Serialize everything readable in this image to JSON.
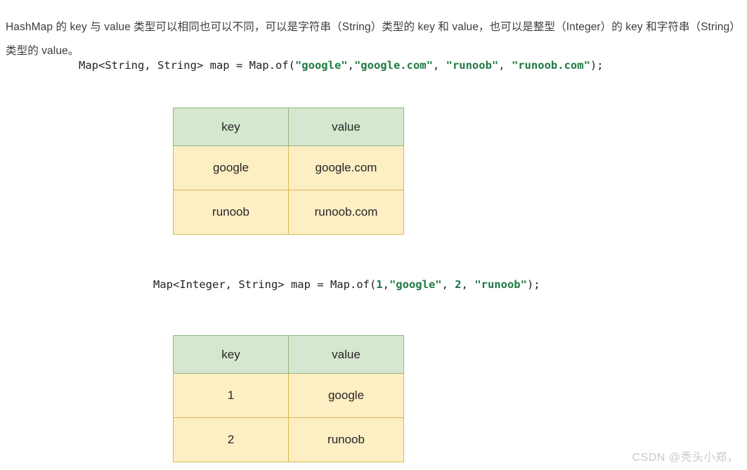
{
  "intro": {
    "text": "HashMap 的 key 与 value 类型可以相同也可以不同，可以是字符串（String）类型的 key 和 value，也可以是整型（Integer）的 key 和字符串（String）类型的 value。"
  },
  "code_blocks": [
    {
      "id": "map-of-string-string",
      "full_text": "Map<String, String> map = Map.of(\"google\",\"google.com\", \"runoob\", \"runoob.com\");",
      "tokens": [
        {
          "t": "Map<String, String> map = Map.of(",
          "k": "plain"
        },
        {
          "t": "\"google\"",
          "k": "string"
        },
        {
          "t": ",",
          "k": "plain"
        },
        {
          "t": "\"google.com\"",
          "k": "string"
        },
        {
          "t": ", ",
          "k": "plain"
        },
        {
          "t": "\"runoob\"",
          "k": "string"
        },
        {
          "t": ", ",
          "k": "plain"
        },
        {
          "t": "\"runoob.com\"",
          "k": "string"
        },
        {
          "t": ");",
          "k": "plain"
        }
      ]
    },
    {
      "id": "map-of-integer-string",
      "full_text": "Map<Integer, String> map = Map.of(1,\"google\", 2, \"runoob\");",
      "tokens": [
        {
          "t": "Map<Integer, String> map = Map.of(",
          "k": "plain"
        },
        {
          "t": "1",
          "k": "number"
        },
        {
          "t": ",",
          "k": "plain"
        },
        {
          "t": "\"google\"",
          "k": "string"
        },
        {
          "t": ", ",
          "k": "plain"
        },
        {
          "t": "2",
          "k": "number"
        },
        {
          "t": ", ",
          "k": "plain"
        },
        {
          "t": "\"runoob\"",
          "k": "string"
        },
        {
          "t": ");",
          "k": "plain"
        }
      ]
    }
  ],
  "tables": [
    {
      "id": "string-string-table",
      "headers": [
        "key",
        "value"
      ],
      "rows": [
        [
          "google",
          "google.com"
        ],
        [
          "runoob",
          "runoob.com"
        ]
      ]
    },
    {
      "id": "integer-string-table",
      "headers": [
        "key",
        "value"
      ],
      "rows": [
        [
          "1",
          "google"
        ],
        [
          "2",
          "runoob"
        ]
      ]
    }
  ],
  "watermark": {
    "text": "CSDN @秃头小郑，"
  },
  "colors": {
    "header_bg": "#d5e7ce",
    "header_border": "#8fb77f",
    "cell_bg": "#fdeec3",
    "cell_border": "#d8b94e",
    "code_string": "#1f7a44",
    "code_number": "#1f6f5c",
    "body_text": "#3d3d40",
    "watermark": "#c9c9cc",
    "page_bg": "#ffffff"
  }
}
